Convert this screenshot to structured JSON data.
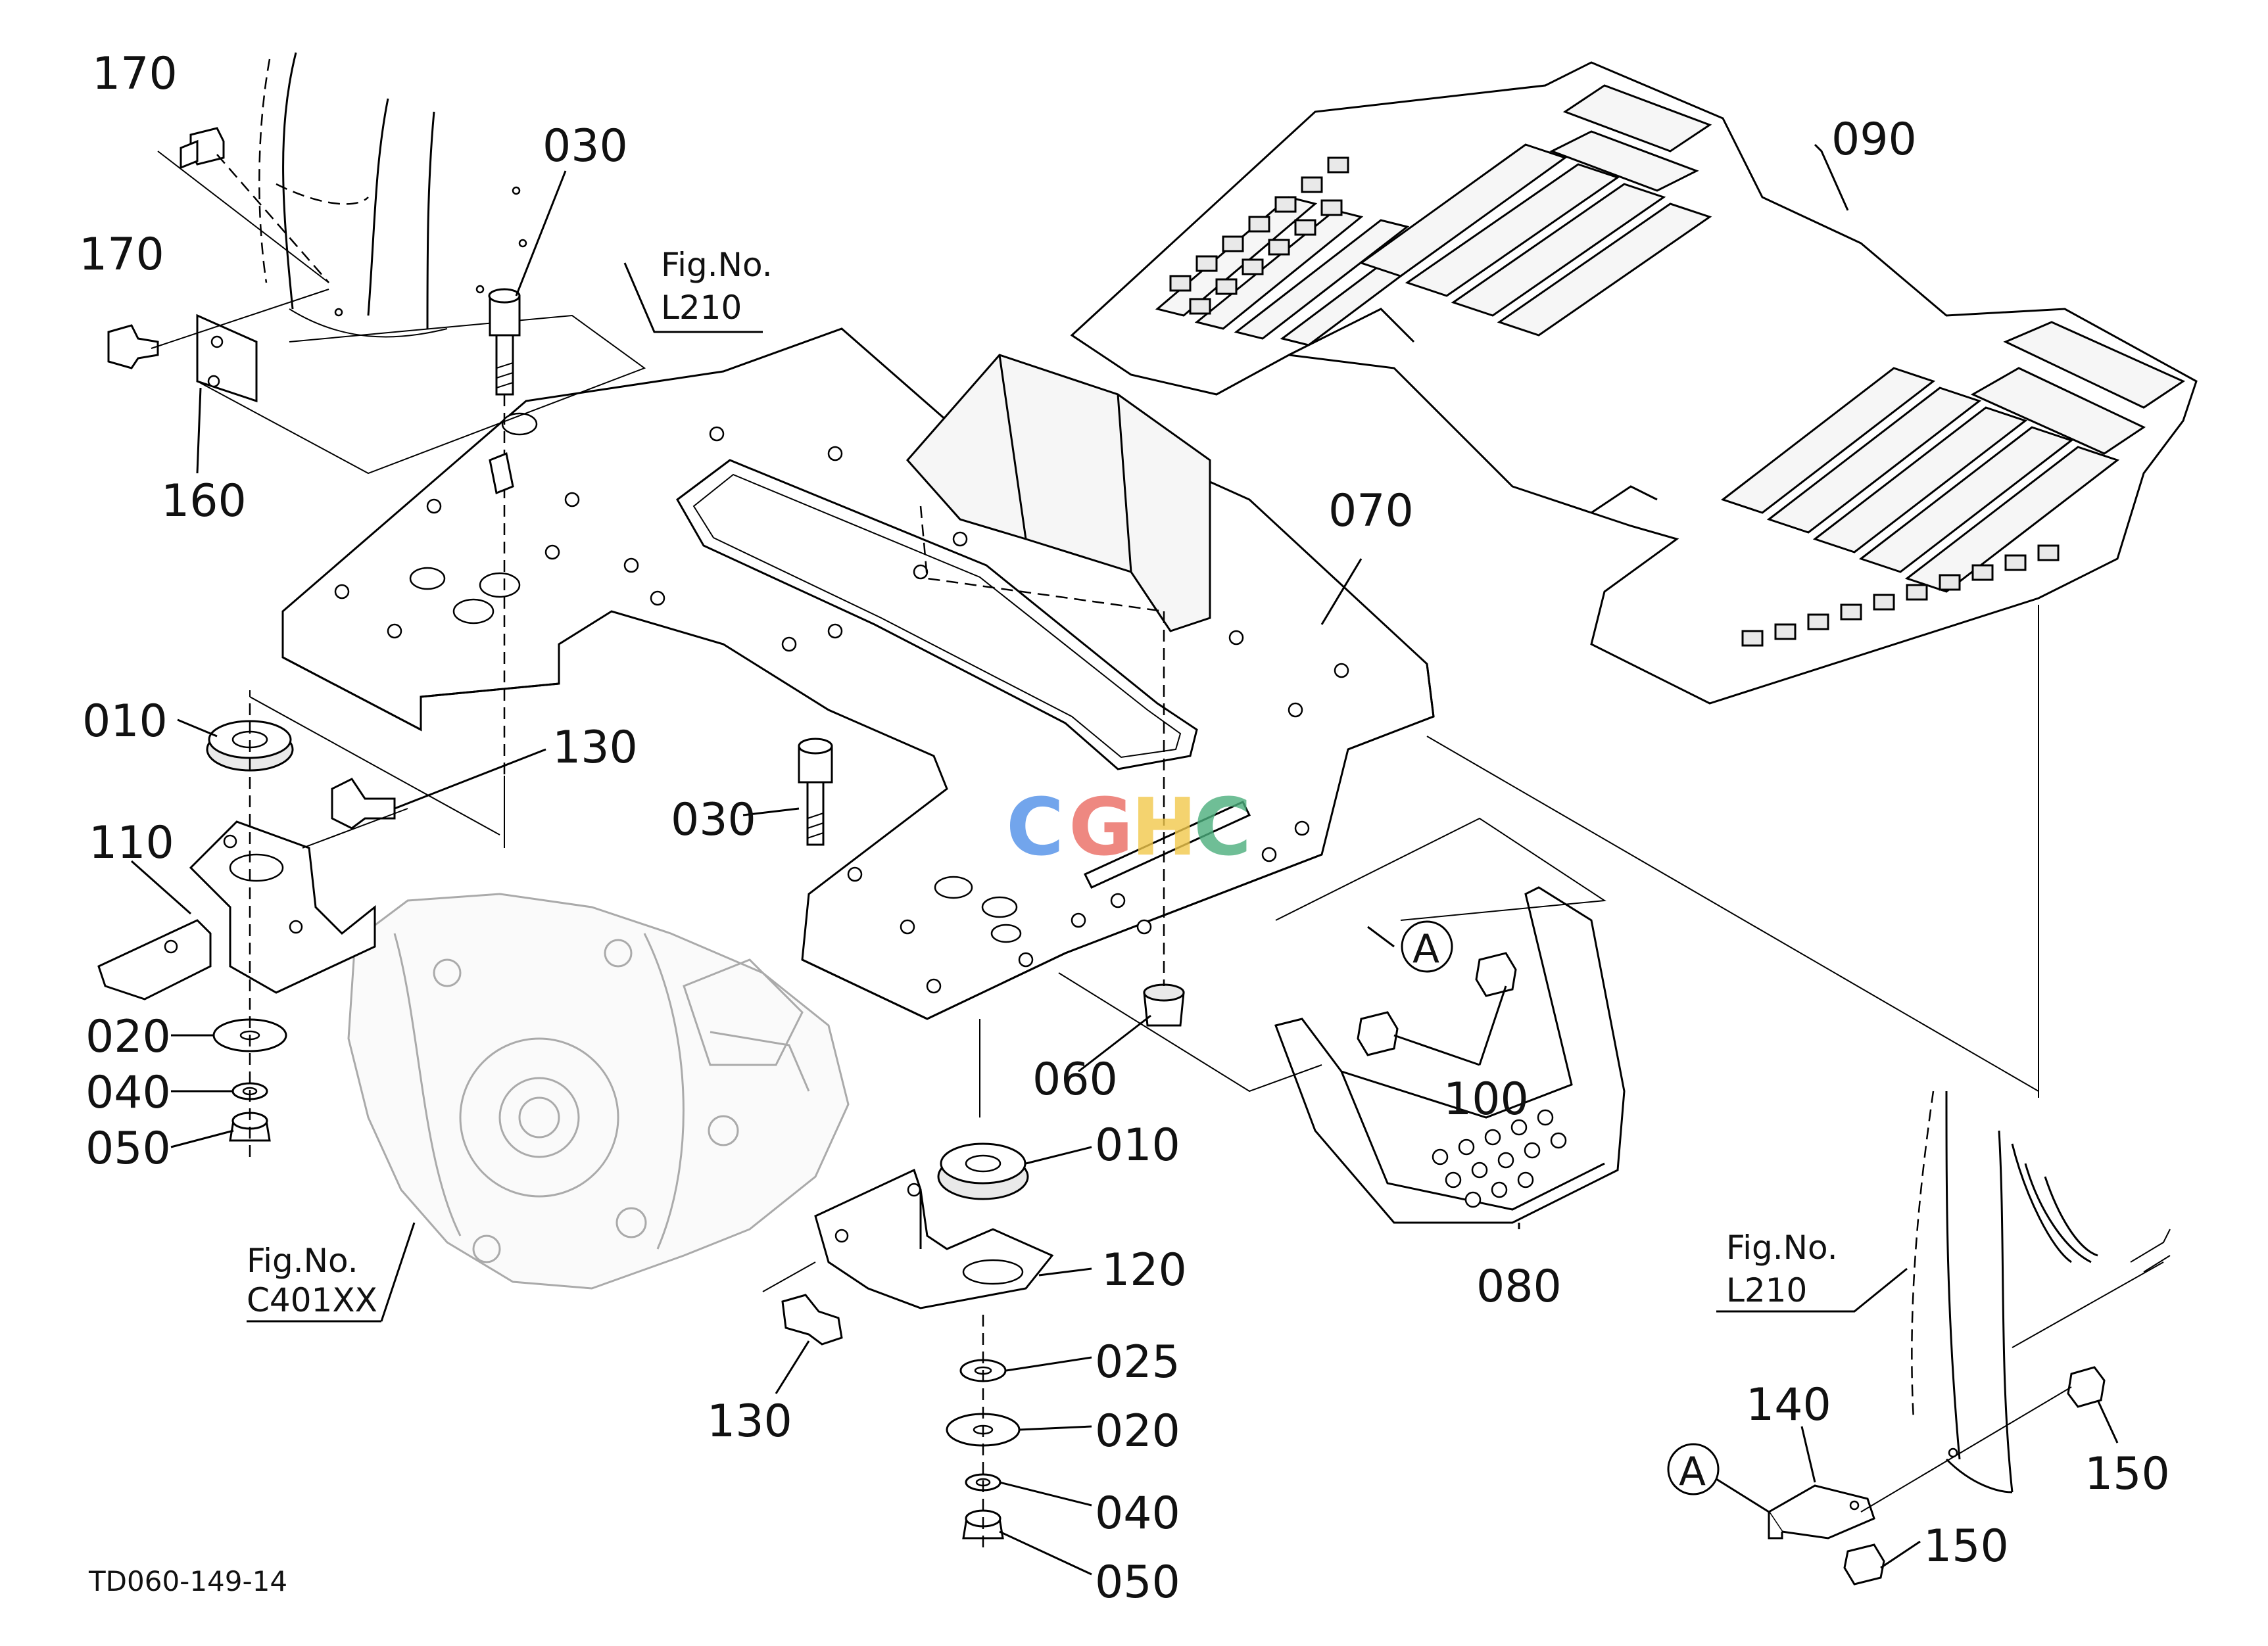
{
  "labels": {
    "p170a": "170",
    "p170b": "170",
    "p160": "160",
    "p030a": "030",
    "p030b": "030",
    "p090": "090",
    "p070": "070",
    "p010a": "010",
    "p010b": "010",
    "p130a": "130",
    "p130b": "130",
    "p110": "110",
    "p020a": "020",
    "p020b": "020",
    "p040a": "040",
    "p040b": "040",
    "p050a": "050",
    "p050b": "050",
    "p060": "060",
    "p100": "100",
    "p080": "080",
    "p120": "120",
    "p025": "025",
    "p140": "140",
    "p150a": "150",
    "p150b": "150",
    "calloutA1": "A",
    "calloutA2": "A"
  },
  "figrefs": {
    "fig1_line1": "Fig.No.",
    "fig1_line2": "L210",
    "fig2_line1": "Fig.No.",
    "fig2_line2": "C401XX",
    "fig3_line1": "Fig.No.",
    "fig3_line2": "L210"
  },
  "drawing_code": "TD060-149-14",
  "watermark": {
    "letters": [
      "C",
      "G",
      "H",
      "C"
    ],
    "colors": [
      "#4f8fe8",
      "#ea6b62",
      "#f2c94c",
      "#4caf7d"
    ]
  }
}
